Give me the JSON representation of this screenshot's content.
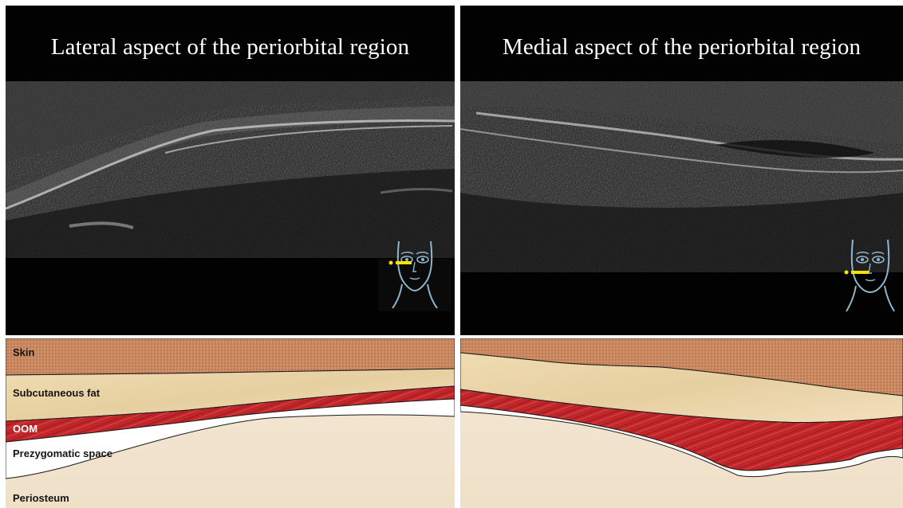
{
  "panels": {
    "left": {
      "title": "Lateral aspect of the periorbital region",
      "icon": "face-probe-lateral-icon"
    },
    "right": {
      "title": "Medial aspect of the periorbital region",
      "icon": "face-probe-medial-icon"
    }
  },
  "diagram": {
    "labels": {
      "skin": "Skin",
      "subcutaneous_fat": "Subcutaneous fat",
      "oom": "OOM",
      "prezygomatic_space": "Prezygomatic space",
      "periosteum": "Periosteum"
    }
  },
  "colors": {
    "skin": "#c8865e",
    "fat": "#ecd8ae",
    "oom": "#c0262a",
    "space": "#ffffff",
    "periosteum": "#f3e6d4",
    "probe": "#f5e400",
    "face_outline": "#8fb6cc"
  }
}
